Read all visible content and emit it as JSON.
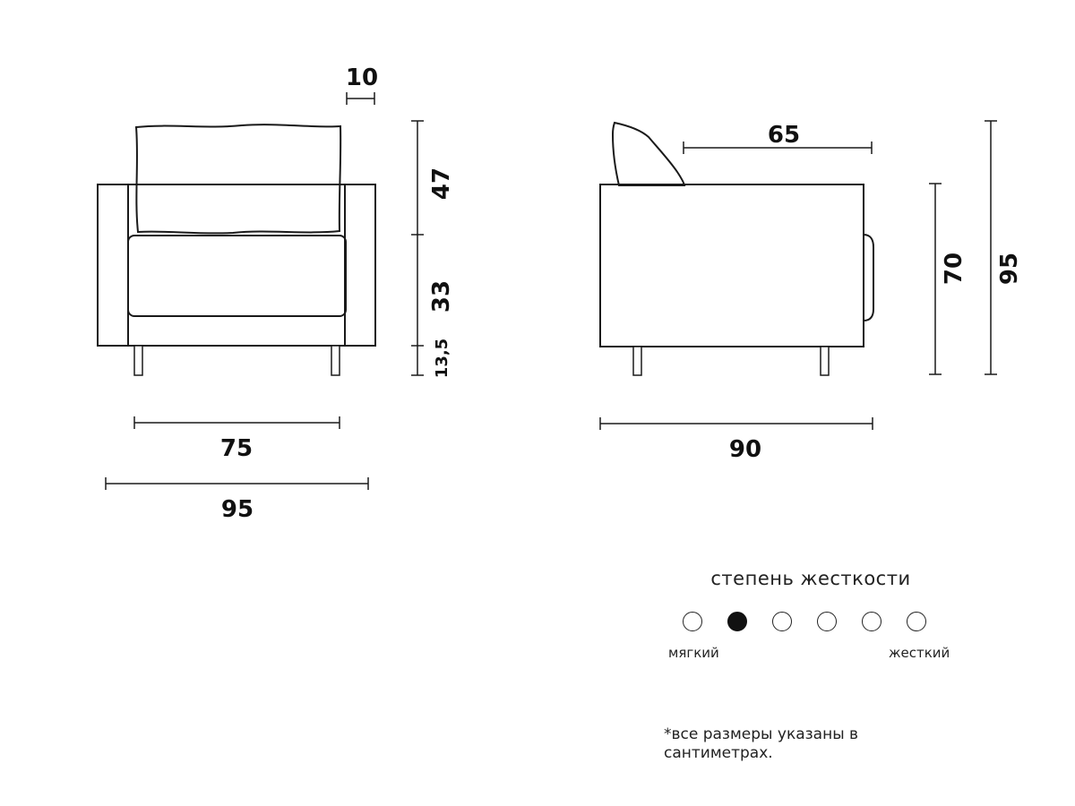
{
  "front_view": {
    "backrest_thickness": "10",
    "seat_width": "75",
    "total_width": "95",
    "backrest_height": "47",
    "seat_height": "33",
    "leg_height": "13,5"
  },
  "side_view": {
    "seat_depth": "65",
    "total_depth": "90",
    "armrest_height": "70",
    "total_height": "95"
  },
  "firmness": {
    "title": "степень жесткости",
    "scale": [
      false,
      true,
      false,
      false,
      false,
      false
    ],
    "min_label": "мягкий",
    "max_label": "жесткий"
  },
  "note": "*все размеры указаны в сантиметрах."
}
